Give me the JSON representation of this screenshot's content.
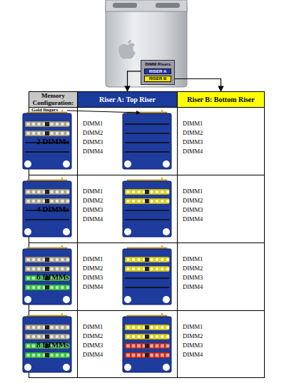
{
  "diagram": {
    "nodes": [
      {
        "text": [
          "DIMM Risers"
        ]
      },
      {
        "text": [
          "RISER A"
        ],
        "in": 0
      },
      {
        "text": [
          "RISER B"
        ],
        "in": 0
      },
      {
        "text": [
          "Memory Configuration:"
        ]
      },
      {
        "text": [
          "Riser A: Top Riser"
        ]
      },
      {
        "text": [
          "Riser B: Bottom Riser"
        ]
      }
    ],
    "edges": [
      {
        "from": 1,
        "to": 4,
        "arrow": "to"
      },
      {
        "from": 2,
        "to": 5,
        "arrow": "to"
      }
    ],
    "labels": [
      "Gold fingers",
      "2 DIMMs",
      "DIMM1",
      "DIMM2",
      "DIMM3",
      "DIMM4",
      "DIMM1",
      "DIMM2",
      "DIMM3",
      "DIMM4",
      "4 DIMMs",
      "DIMM1",
      "DIMM2",
      "DIMM3",
      "DIMM4",
      "DIMM1",
      "DIMM2",
      "DIMM3",
      "DIMM4",
      "6 DIMMs",
      "DIMM1",
      "DIMM2",
      "DIMM3",
      "DIMM4",
      "DIMM1",
      "DIMM2",
      "DIMM3",
      "DIMM4",
      "8 DIMMs",
      "DIMM1",
      "DIMM2",
      "DIMM3",
      "DIMM4",
      "DIMM1",
      "DIMM2",
      "DIMM3",
      "DIMM4"
    ]
  }
}
